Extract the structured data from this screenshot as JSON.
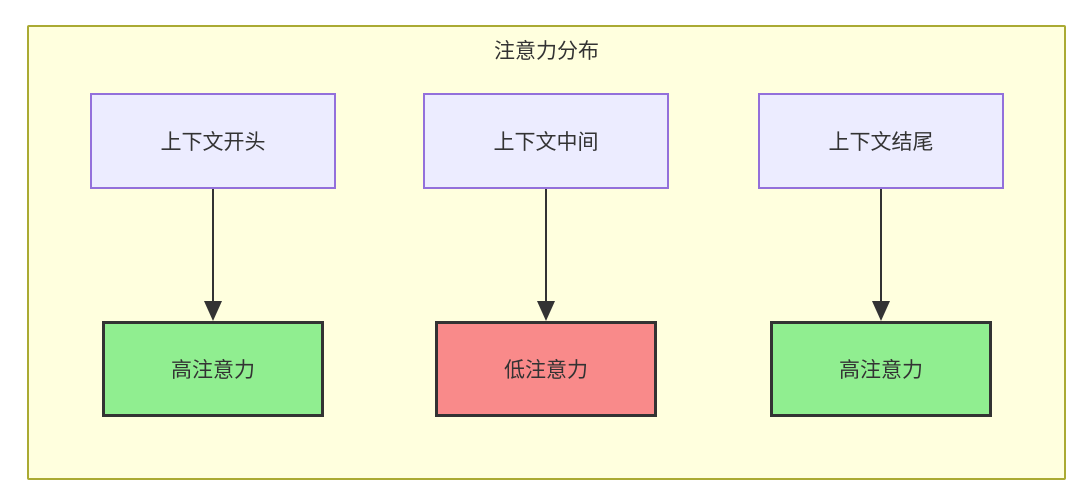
{
  "diagram": {
    "title": "注意力分布",
    "colors": {
      "panel_fill": "#ffffde",
      "panel_border": "#aaaa33",
      "context_fill": "#ececff",
      "context_border": "#9370db",
      "high_fill": "#90ee90",
      "low_fill": "#f98a8a",
      "result_border": "#333333",
      "arrow": "#333333",
      "text": "#333333"
    },
    "columns": [
      {
        "source": "上下文开头",
        "target": "高注意力",
        "attention": "high"
      },
      {
        "source": "上下文中间",
        "target": "低注意力",
        "attention": "low"
      },
      {
        "source": "上下文结尾",
        "target": "高注意力",
        "attention": "high"
      }
    ]
  }
}
